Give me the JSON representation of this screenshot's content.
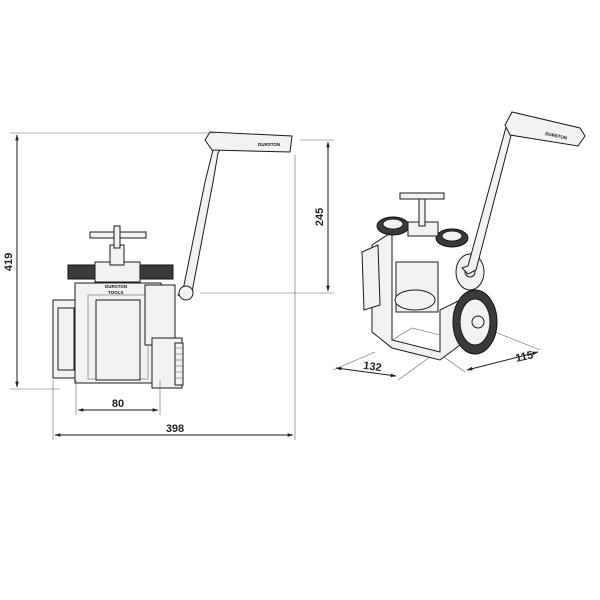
{
  "dimensions": {
    "height_total": "419",
    "height_handle": "245",
    "width_base": "80",
    "width_total": "398",
    "depth_a": "132",
    "depth_b": "115"
  },
  "branding": {
    "handle_text": "DURSTON",
    "body_text_1": "DURSTON",
    "body_text_2": "TOOLS"
  }
}
